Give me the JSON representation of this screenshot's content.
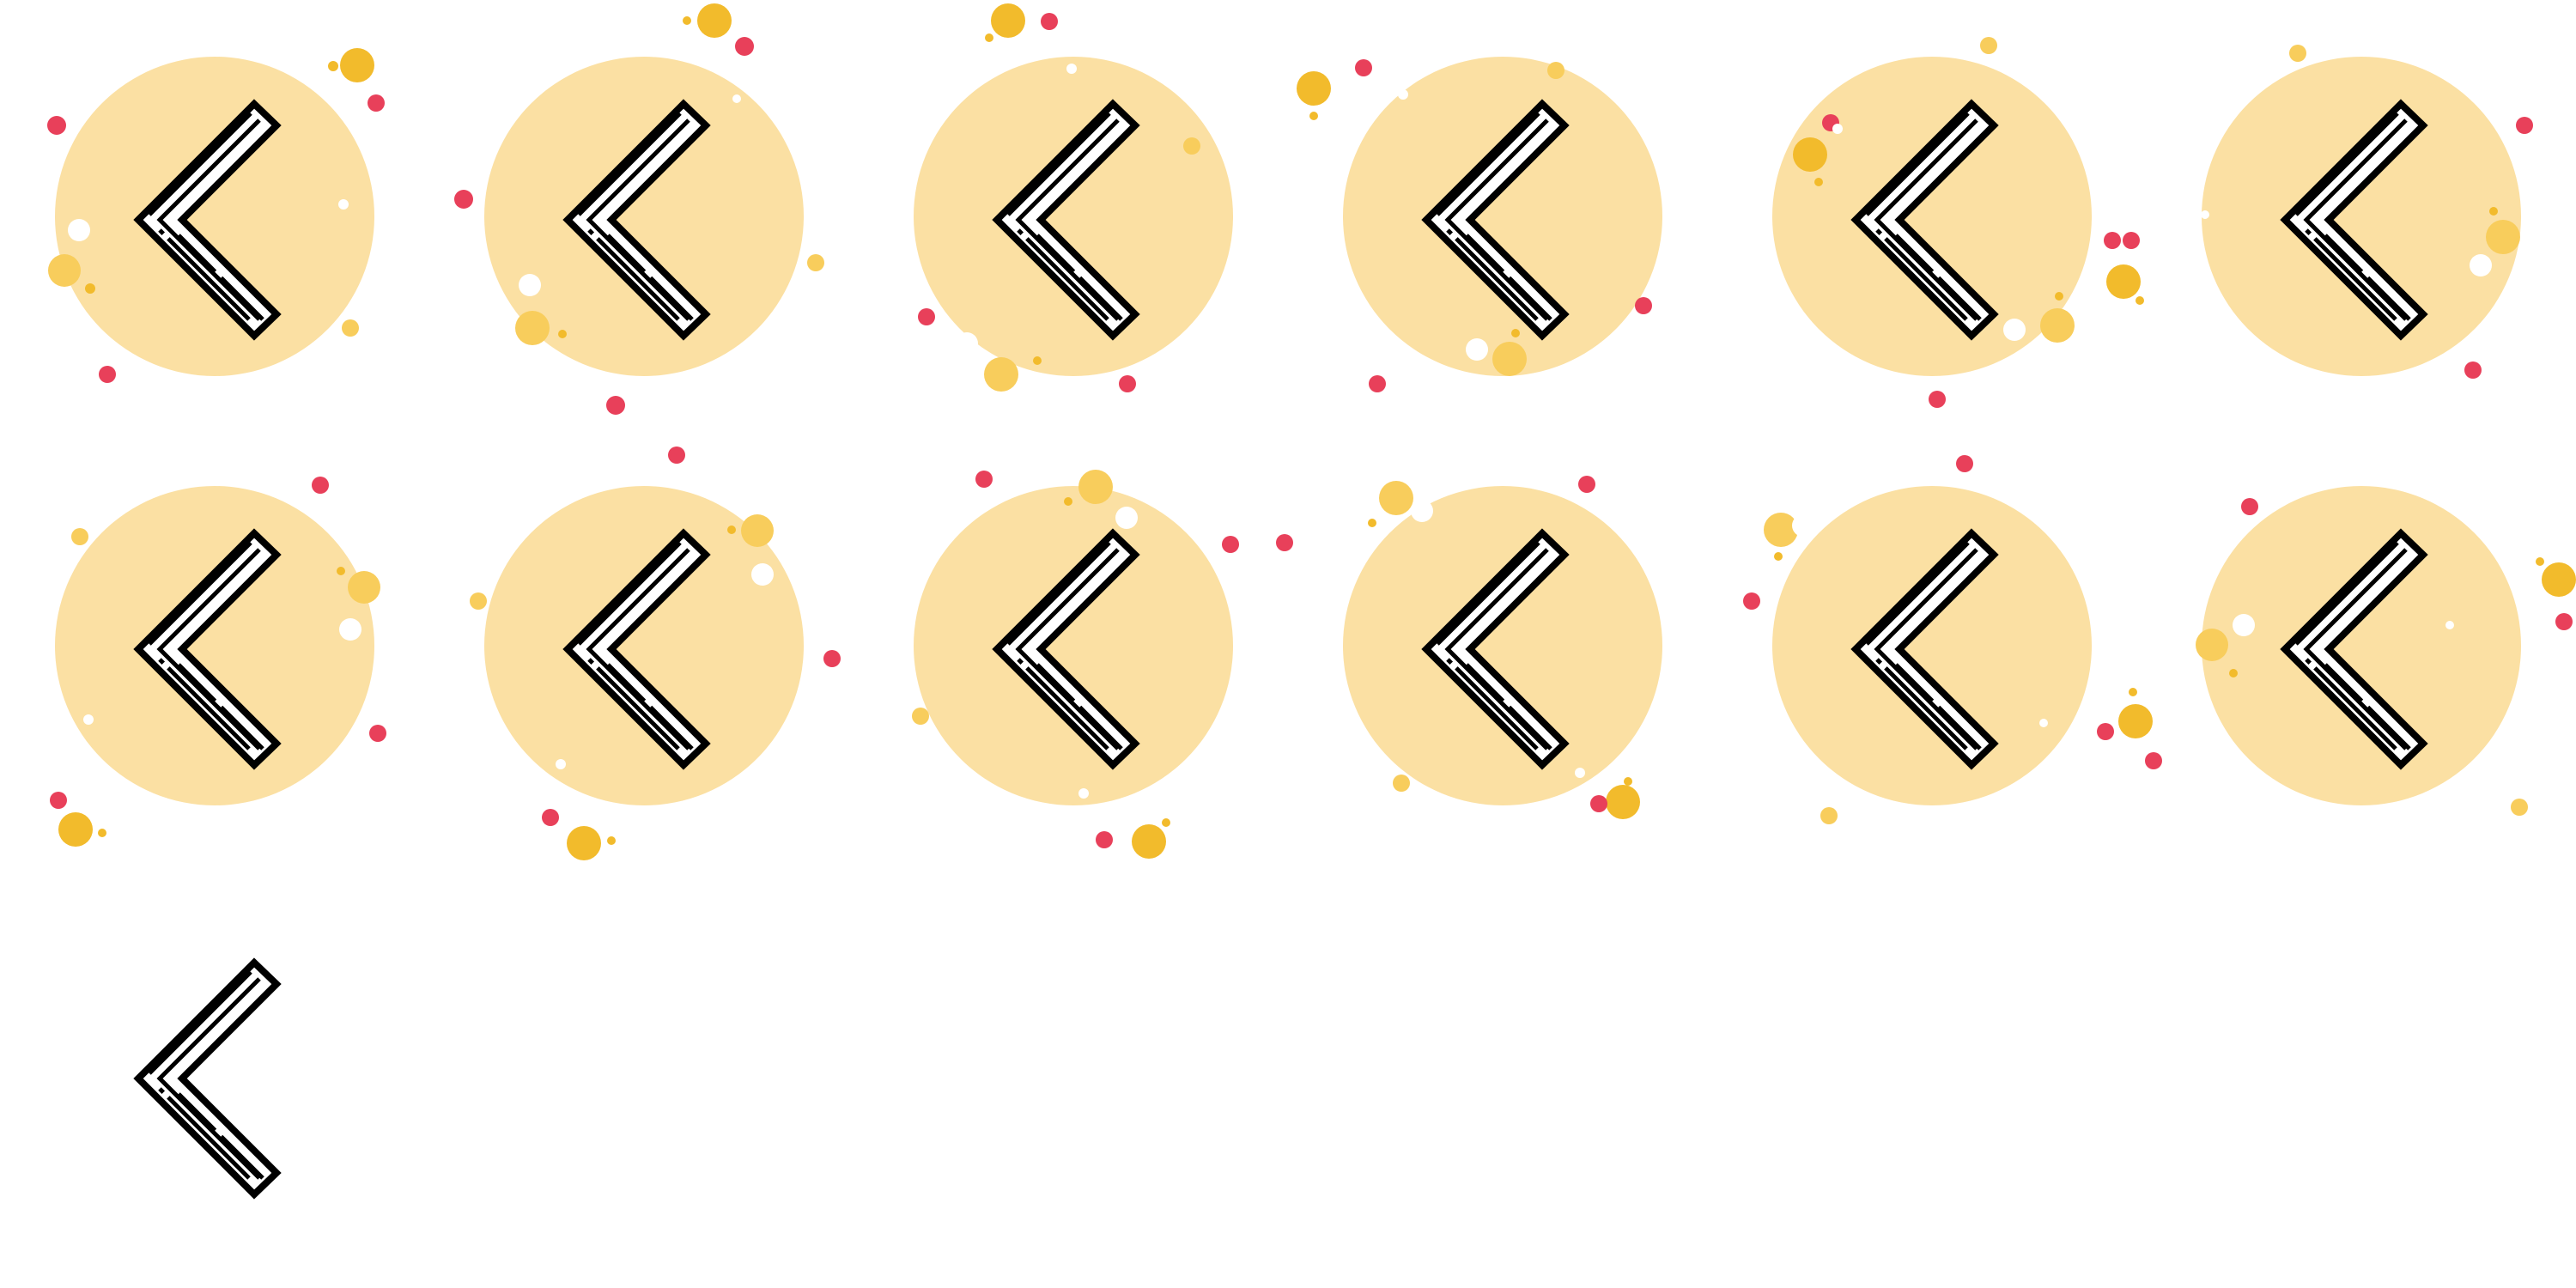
{
  "colors": {
    "circle": "#FBE0A3",
    "chevron_fill": "#FFFFFF",
    "chevron_stroke": "#000000",
    "dot_red": "#E8405A",
    "dot_yellow": "#F2BB2C",
    "dot_light_yellow": "#F8CD5C",
    "dot_white": "#FFFFFF"
  },
  "icons": [
    {
      "name": "chevron-left-icon",
      "variant": "badge"
    },
    {
      "name": "chevron-left-icon",
      "variant": "badge"
    },
    {
      "name": "chevron-left-icon",
      "variant": "badge"
    },
    {
      "name": "chevron-left-icon",
      "variant": "badge"
    },
    {
      "name": "chevron-left-icon",
      "variant": "badge"
    },
    {
      "name": "chevron-left-icon",
      "variant": "badge"
    },
    {
      "name": "chevron-left-icon",
      "variant": "badge"
    },
    {
      "name": "chevron-left-icon",
      "variant": "badge"
    },
    {
      "name": "chevron-left-icon",
      "variant": "badge"
    },
    {
      "name": "chevron-left-icon",
      "variant": "badge"
    },
    {
      "name": "chevron-left-icon",
      "variant": "badge"
    },
    {
      "name": "chevron-left-icon",
      "variant": "badge"
    },
    {
      "name": "chevron-left-icon",
      "variant": "plain"
    }
  ]
}
